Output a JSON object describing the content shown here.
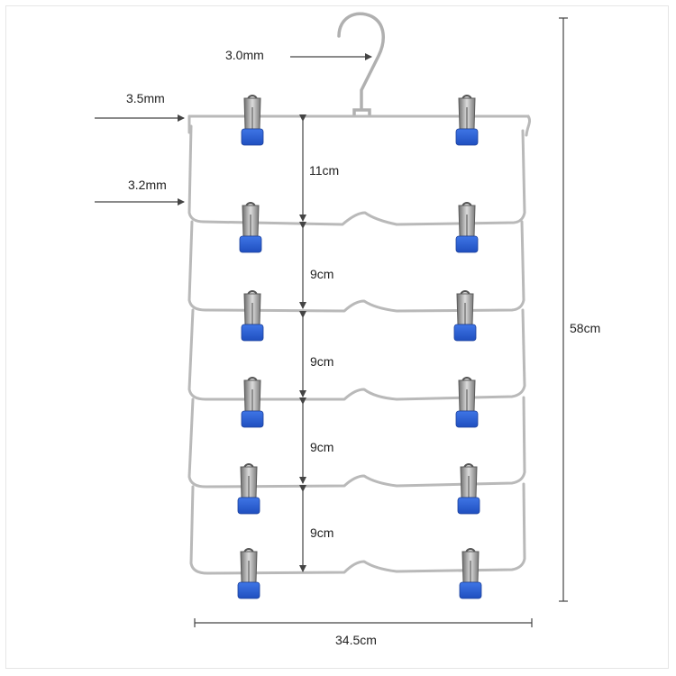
{
  "diagram": {
    "labels": {
      "hook_wire": "3.0mm",
      "top_wire": "3.5mm",
      "tier_wire": "3.2mm",
      "total_height": "58cm",
      "total_width": "34.5cm",
      "gaps": [
        "11cm",
        "9cm",
        "9cm",
        "9cm",
        "9cm"
      ]
    },
    "colors": {
      "wire": "#b9b9b9",
      "clip_metal": "#9a9a9a",
      "clip_pad": "#2f63d6",
      "dimension_line": "#444444"
    }
  }
}
